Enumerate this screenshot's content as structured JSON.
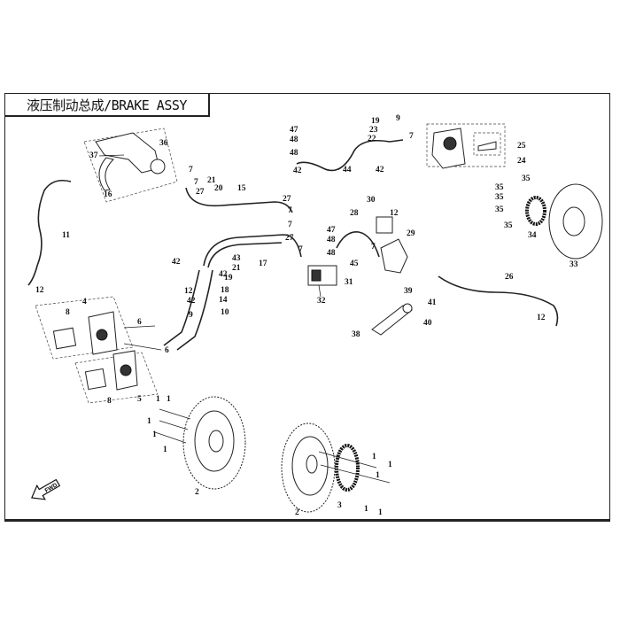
{
  "title": "液压制动总成/BRAKE ASSY",
  "fwd_label": "FWD",
  "callouts": [
    "36",
    "37",
    "16",
    "7",
    "7",
    "21",
    "27",
    "20",
    "15",
    "11",
    "12",
    "42",
    "43",
    "21",
    "17",
    "42",
    "19",
    "12",
    "42",
    "18",
    "14",
    "10",
    "9",
    "4",
    "8",
    "6",
    "6",
    "5",
    "8",
    "47",
    "48",
    "48",
    "42",
    "19",
    "23",
    "22",
    "9",
    "7",
    "44",
    "42",
    "27",
    "7",
    "7",
    "27",
    "7",
    "32",
    "30",
    "28",
    "12",
    "47",
    "48",
    "48",
    "7",
    "45",
    "29",
    "31",
    "25",
    "24",
    "35",
    "35",
    "35",
    "35",
    "34",
    "35",
    "33",
    "26",
    "12",
    "39",
    "41",
    "40",
    "38",
    "1",
    "1",
    "1",
    "1",
    "1",
    "2",
    "2",
    "3",
    "1",
    "1",
    "1",
    "1",
    "1"
  ]
}
